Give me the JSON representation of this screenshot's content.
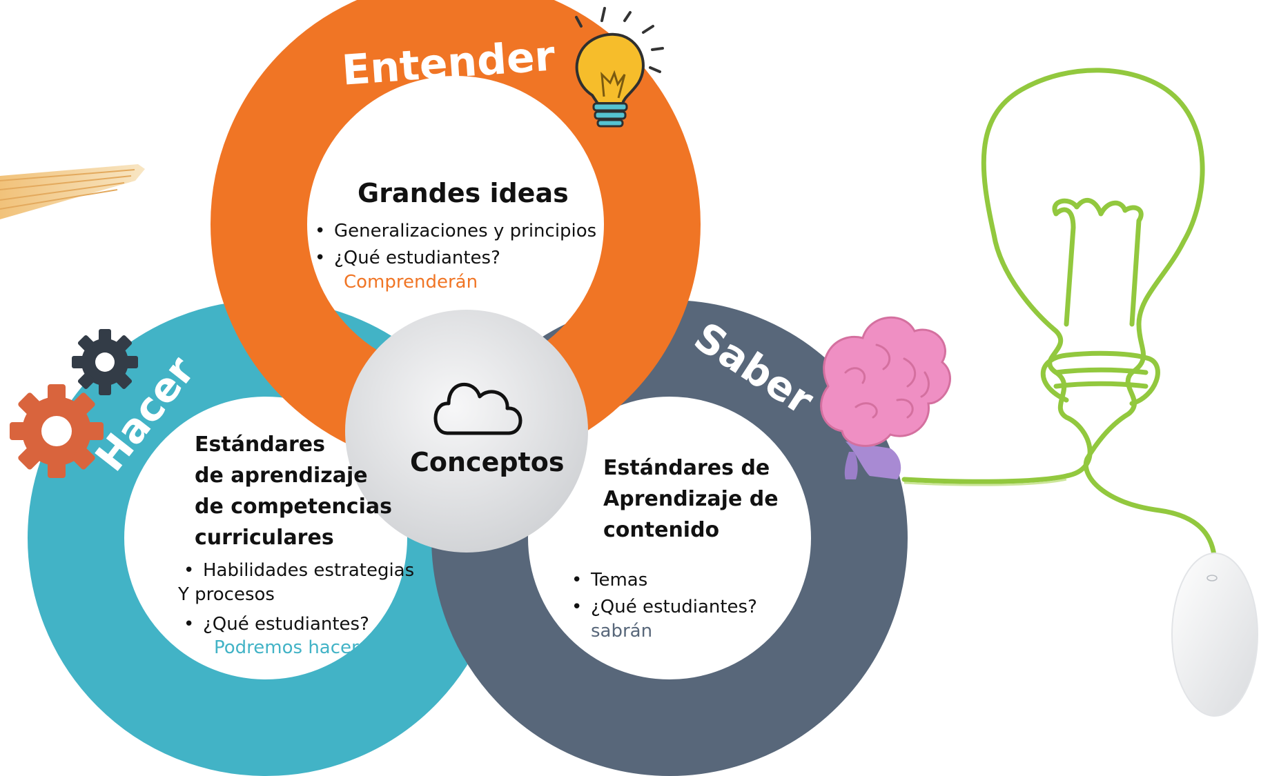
{
  "colors": {
    "orange": "#f07525",
    "teal": "#42b3c6",
    "slate": "#58677a",
    "center": "#e4e5e7",
    "cable": "#92c83e",
    "bulb_yellow": "#f6bd2b",
    "brain_pink": "#ef8fc3",
    "gear_dark": "#333c47",
    "gear_orange": "#d9643d"
  },
  "entender": {
    "label": "Entender",
    "heading": "Grandes ideas",
    "bullets": [
      "Generalizaciones y principios",
      "¿Qué estudiantes?"
    ],
    "highlight": "Comprenderán",
    "icon": "lightbulb-icon"
  },
  "hacer": {
    "label": "Hacer",
    "heading_lines": [
      "Estándares",
      "de aprendizaje",
      "de competencias",
      "curriculares"
    ],
    "bullet1": "Habilidades estrategias",
    "bullet1_cont": "Y procesos",
    "bullet2": "¿Qué estudiantes?",
    "highlight": "Podremos hacer",
    "icon": "gears-icon"
  },
  "saber": {
    "label": "Saber",
    "heading_lines": [
      "Estándares de",
      "Aprendizaje de",
      "contenido"
    ],
    "bullets": [
      "Temas",
      "¿Qué estudiantes?"
    ],
    "highlight": "sabrán",
    "icon": "brain-icon"
  },
  "center": {
    "label": "Conceptos",
    "icon": "cloud-icon"
  },
  "decor": {
    "right_image": "wire-lightbulb-with-mouse",
    "left_image": "pencil-tip"
  }
}
